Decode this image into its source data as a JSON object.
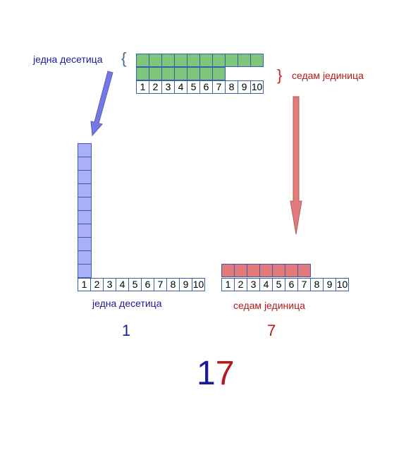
{
  "top": {
    "tens_label": "једна десетица",
    "units_label": "седам јединица",
    "tens_brace": "{",
    "units_brace": "}",
    "numbers": [
      "1",
      "2",
      "3",
      "4",
      "5",
      "6",
      "7",
      "8",
      "9",
      "10"
    ]
  },
  "left": {
    "numbers": [
      "1",
      "2",
      "3",
      "4",
      "5",
      "6",
      "7",
      "8",
      "9",
      "10"
    ],
    "label": "једна десетица",
    "digit": "1"
  },
  "right": {
    "numbers": [
      "1",
      "2",
      "3",
      "4",
      "5",
      "6",
      "7",
      "8",
      "9",
      "10"
    ],
    "label": "седам јединица",
    "digit": "7"
  },
  "result": {
    "tens_digit": "1",
    "units_digit": "7"
  },
  "colors": {
    "tens": "#1a1a9c",
    "units": "#b31b1b",
    "green": "#7ec67b",
    "blue_block": "#aab0f7",
    "red_block": "#e37b7b"
  }
}
